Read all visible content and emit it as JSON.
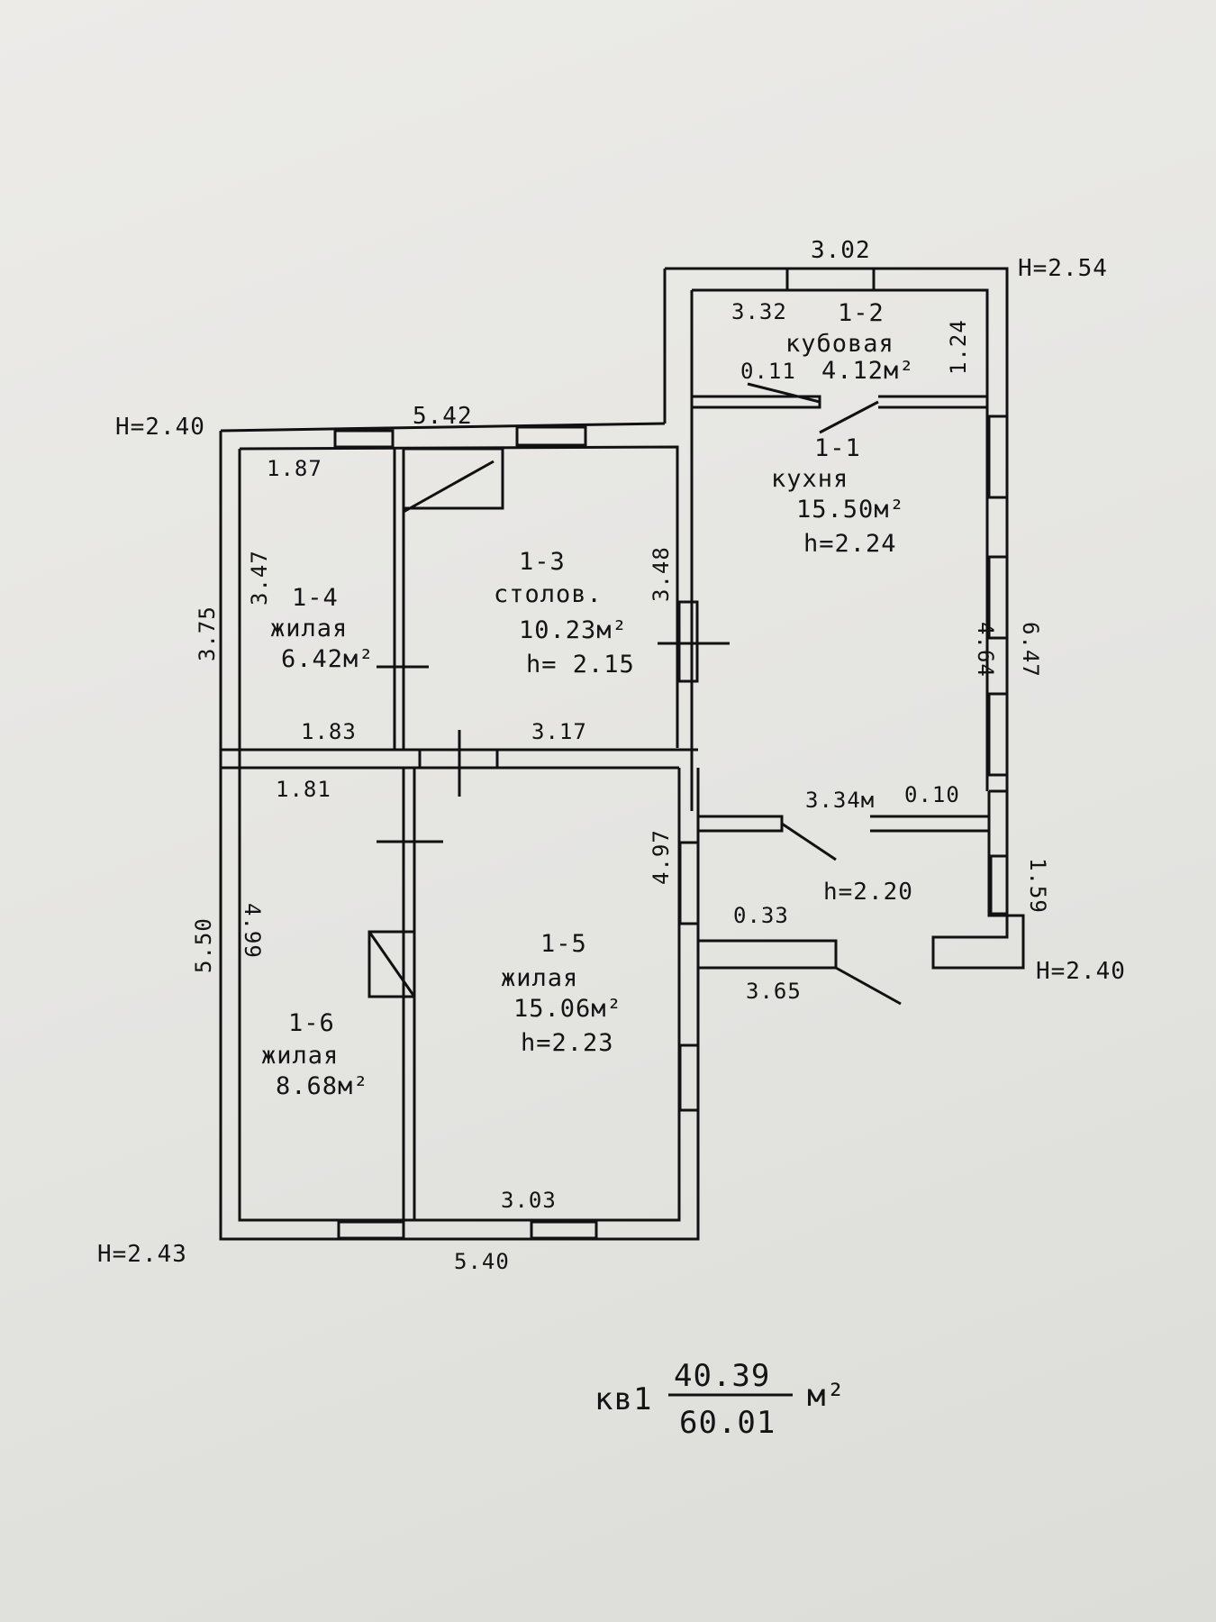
{
  "plan": {
    "dimensions": {
      "top_kitchen_width": "3.02",
      "h_top_right": "H=2.54",
      "d_332": "3.32",
      "d_124": "1.24",
      "d_011": "0.11",
      "h_left_top": "H=2.40",
      "d_542": "5.42",
      "d_187": "1.87",
      "d_347": "3.47",
      "d_375": "3.75",
      "d_348": "3.48",
      "d_464": "4.64",
      "d_647": "6.47",
      "d_183": "1.83",
      "d_317": "3.17",
      "d_181": "1.81",
      "d_334": "3.34м",
      "d_010": "0.10",
      "h_vestibule": "h=2.20",
      "d_159": "1.59",
      "d_033": "0.33",
      "d_497": "4.97",
      "d_550": "5.50",
      "d_499": "4.99",
      "d_365": "3.65",
      "h_right_bottom": "H=2.40",
      "d_303": "3.03",
      "h_left_bottom": "H=2.43",
      "d_540": "5.40"
    },
    "rooms": {
      "r12": {
        "number": "1-2",
        "name": "кубовая",
        "area": "4.12м²"
      },
      "r11": {
        "number": "1-1",
        "name": "кухня",
        "area": "15.50м²",
        "height": "h=2.24"
      },
      "r13": {
        "number": "1-3",
        "name": "столов.",
        "area": "10.23м²",
        "height": "h= 2.15"
      },
      "r14": {
        "number": "1-4",
        "name": "жилая",
        "area": "6.42м²"
      },
      "r15": {
        "number": "1-5",
        "name": "жилая",
        "area": "15.06м²",
        "height": "h=2.23"
      },
      "r16": {
        "number": "1-6",
        "name": "жилая",
        "area": "8.68м²"
      }
    },
    "totals": {
      "label": "кв1",
      "living_area": "40.39",
      "total_area": "60.01",
      "unit": "м²"
    }
  }
}
